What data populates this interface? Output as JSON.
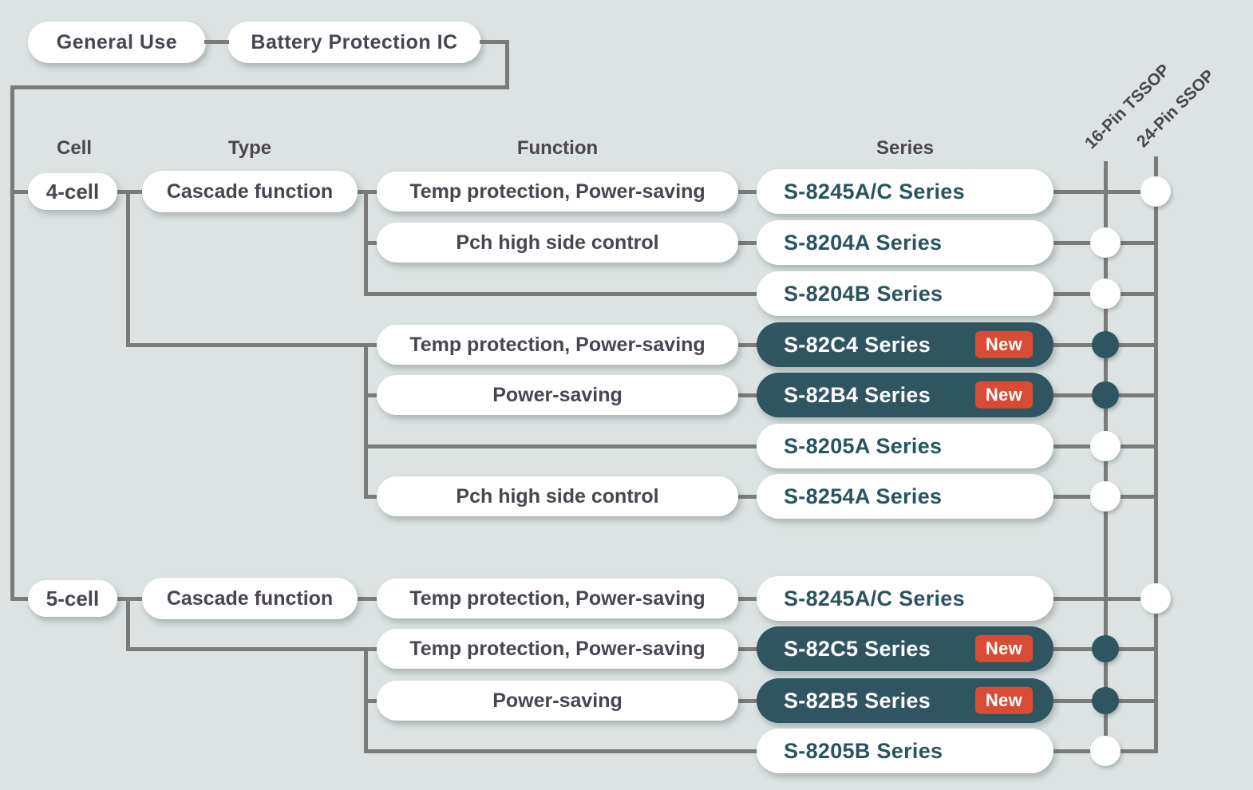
{
  "header": {
    "category": "General Use",
    "product": "Battery Protection IC"
  },
  "columns": {
    "cell": "Cell",
    "type": "Type",
    "function": "Function",
    "series": "Series"
  },
  "package_columns": {
    "col1": "16-Pin TSSOP",
    "col2": "24-Pin SSOP"
  },
  "labels": {
    "new": "New"
  },
  "colors": {
    "background": "#dce3e2",
    "line": "#7b7b7b",
    "dark_pill": "#2f5560",
    "accent_new": "#d94b33",
    "text_dark": "#4a4450",
    "series_text": "#29545f"
  },
  "groups": [
    {
      "cell": "4-cell",
      "type": "Cascade function",
      "rows": [
        {
          "function": "Temp protection, Power-saving",
          "series": "S-8245A/C Series",
          "is_new": false,
          "package": "24-Pin SSOP"
        },
        {
          "function": "Pch high side control",
          "series": "S-8204A Series",
          "is_new": false,
          "package": "16-Pin TSSOP"
        },
        {
          "function": "",
          "series": "S-8204B Series",
          "is_new": false,
          "package": "16-Pin TSSOP"
        },
        {
          "function": "Temp protection, Power-saving",
          "series": "S-82C4 Series",
          "is_new": true,
          "package": "16-Pin TSSOP"
        },
        {
          "function": "Power-saving",
          "series": "S-82B4 Series",
          "is_new": true,
          "package": "16-Pin TSSOP"
        },
        {
          "function": "",
          "series": "S-8205A Series",
          "is_new": false,
          "package": "16-Pin TSSOP"
        },
        {
          "function": "Pch high side control",
          "series": "S-8254A Series",
          "is_new": false,
          "package": "16-Pin TSSOP"
        }
      ]
    },
    {
      "cell": "5-cell",
      "type": "Cascade function",
      "rows": [
        {
          "function": "Temp protection, Power-saving",
          "series": "S-8245A/C Series",
          "is_new": false,
          "package": "24-Pin SSOP"
        },
        {
          "function": "Temp protection, Power-saving",
          "series": "S-82C5 Series",
          "is_new": true,
          "package": "16-Pin TSSOP"
        },
        {
          "function": "Power-saving",
          "series": "S-82B5 Series",
          "is_new": true,
          "package": "16-Pin TSSOP"
        },
        {
          "function": "",
          "series": "S-8205B Series",
          "is_new": false,
          "package": "16-Pin TSSOP"
        }
      ]
    }
  ]
}
